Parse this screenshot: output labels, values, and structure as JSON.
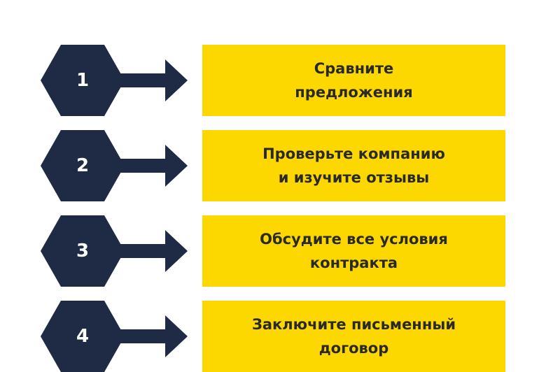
{
  "colors": {
    "marker": "#1f2b44",
    "box": "#fcd800",
    "box_text": "#2a2a2a",
    "number": "#ffffff"
  },
  "steps": [
    {
      "number": "1",
      "line1": "Сравните",
      "line2": "предложения"
    },
    {
      "number": "2",
      "line1": "Проверьте компанию",
      "line2": "и изучите отзывы"
    },
    {
      "number": "3",
      "line1": "Обсудите все условия",
      "line2": "контракта"
    },
    {
      "number": "4",
      "line1": "Заключите письменный",
      "line2": "договор"
    }
  ]
}
